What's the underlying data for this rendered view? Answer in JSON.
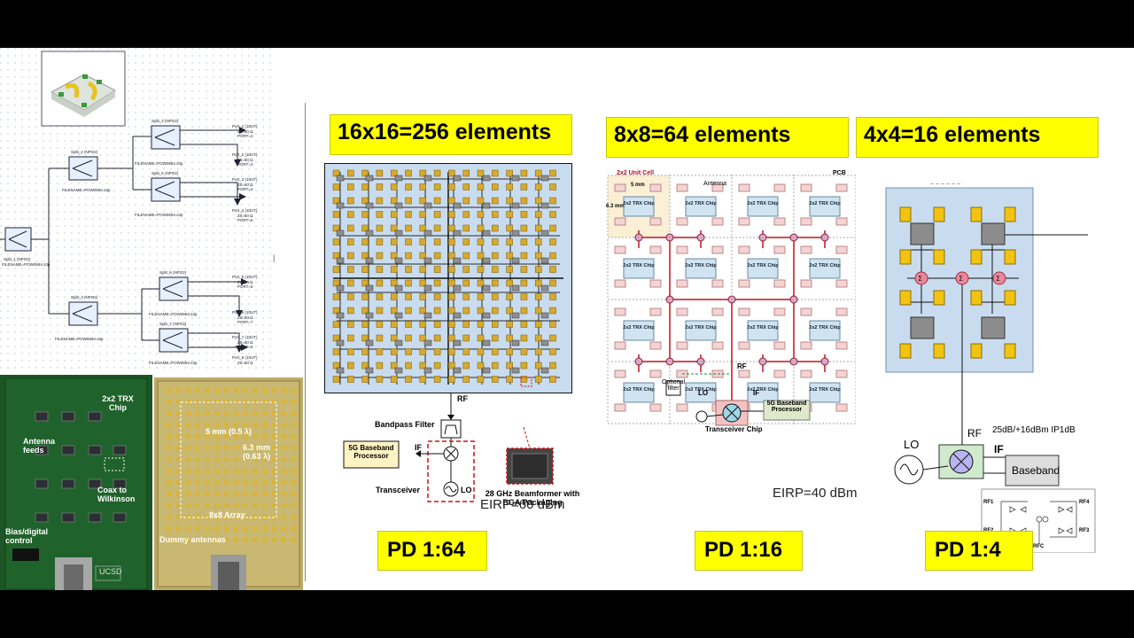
{
  "headers": {
    "h256": "16x16=256 elements",
    "h64": "8x8=64 elements",
    "h16": "4x4=16 elements"
  },
  "ratios": {
    "pd64": "PD 1:64",
    "pd16": "PD 1:16",
    "pd4": "PD 1:4"
  },
  "eirp": {
    "e256": "EIRP=60 dBm",
    "e64": "EIRP=40 dBm"
  },
  "diagram256": {
    "rf": "RF",
    "bandpass": "Bandpass Filter",
    "if": "IF",
    "baseband": "5G Baseband Processor",
    "transceiver": "Transceiver",
    "lo": "LO",
    "beamformer": "28 GHz Beamformer with BGA Packaging"
  },
  "diagram64": {
    "unit_cell": "2x2 Unit Cell",
    "pcb": "PCB",
    "antenna": "Antenna",
    "dim_5mm": "5 mm",
    "dim_63mm": "6.3 mm",
    "trx_chip": "2x2 TRX Chip",
    "optional_filter": "Optional filter",
    "lo": "LO",
    "rf": "RF",
    "if": "IF",
    "baseband": "5G Baseband Processor",
    "transceiver_chip": "Transceiver Chip"
  },
  "diagram16": {
    "rf": "RF",
    "gain": "25dB/+16dBm IP1dB",
    "lo": "LO",
    "if": "IF",
    "baseband": "Baseband",
    "rf1": "RF1",
    "rf2": "RF2",
    "rf3": "RF3",
    "rf4": "RF4",
    "rfc": "RFC"
  },
  "photo": {
    "trx_chip": "2x2 TRX Chip",
    "antenna_feeds": "Antenna feeds",
    "coax": "Coax to Wilkinson",
    "bias": "Bias/digital control",
    "ucsd": "UCSD",
    "dim_5mm": "5 mm (0.5 λ)",
    "dim_63mm": "6.3 mm (0.63 λ)",
    "array": "8x8 Array",
    "dummy": "Dummy antennas"
  },
  "colors": {
    "highlight": "#ffff00",
    "pcb_green": "#1f5a2a",
    "pcb_gold": "#bfae63",
    "trace_red": "#c0141c",
    "array_blue": "#c9dcef"
  }
}
